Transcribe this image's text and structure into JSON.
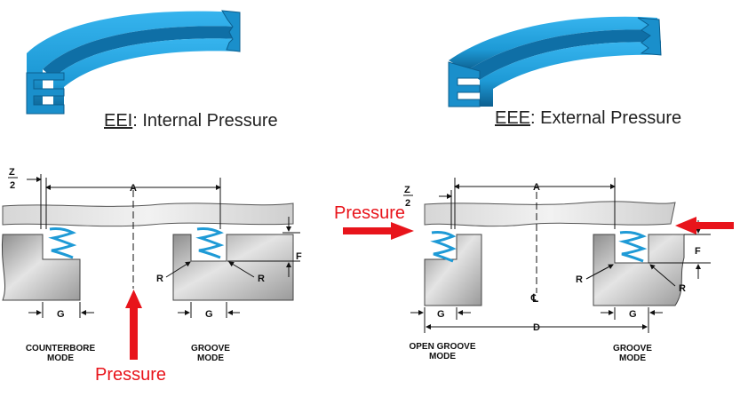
{
  "captions": {
    "left": {
      "prefix": "EEI",
      "rest": ": Internal Pressure"
    },
    "right": {
      "prefix": "EEE",
      "rest": ": External Pressure"
    }
  },
  "left_drawing": {
    "z_top": "Z",
    "z_bottom": "2",
    "dim_a": "A",
    "dim_f": "F",
    "dim_g1": "G",
    "dim_g2": "G",
    "r1": "R",
    "r2": "R",
    "mode_left_line1": "COUNTERBORE",
    "mode_left_line2": "MODE",
    "mode_right_line1": "GROOVE",
    "mode_right_line2": "MODE",
    "pressure": "Pressure"
  },
  "right_drawing": {
    "z_top": "Z",
    "z_bottom": "2",
    "dim_a": "A",
    "dim_f": "F",
    "dim_g1": "G",
    "dim_g2": "G",
    "dim_d": "D",
    "r1": "R",
    "r2": "R",
    "centerline": "℄",
    "mode_left_line1": "OPEN GROOVE",
    "mode_left_line2": "MODE",
    "mode_right_line1": "GROOVE",
    "mode_right_line2": "MODE",
    "pressure": "Pressure"
  },
  "colors": {
    "seal": "#1e9ad6",
    "seal_dark": "#0c5f8f",
    "arrow": "#e8141b",
    "metal": "#c9c9c9"
  }
}
